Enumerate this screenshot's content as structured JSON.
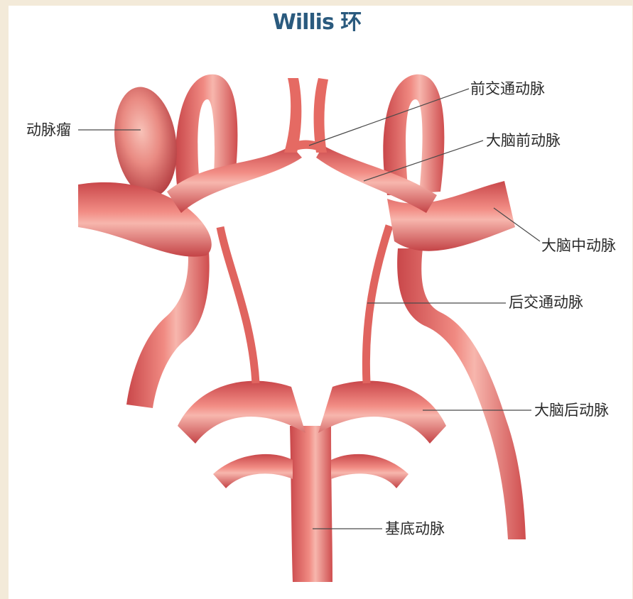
{
  "title": "Willis 环",
  "labels": {
    "aneurysm": "动脉瘤",
    "anterior_communicating": "前交通动脉",
    "anterior_cerebral": "大脑前动脉",
    "middle_cerebral": "大脑中动脉",
    "posterior_communicating": "后交通动脉",
    "posterior_cerebral": "大脑后动脉",
    "basilar": "基底动脉"
  },
  "colors": {
    "artery": "#e2605c",
    "artery_dark": "#b93a3d",
    "artery_light": "#f6b8b0",
    "title": "#2a5a7e",
    "leader": "#4a4a4a"
  }
}
